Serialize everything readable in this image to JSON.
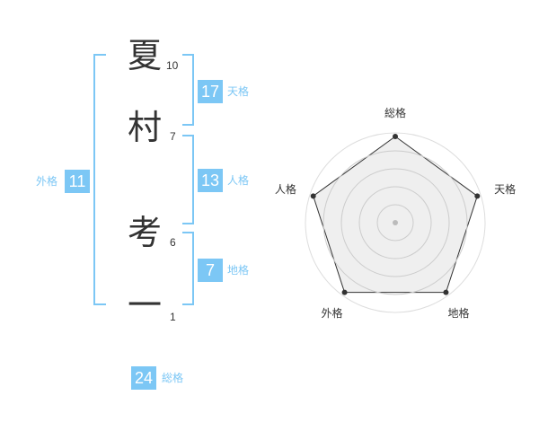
{
  "name": {
    "characters": [
      {
        "char": "夏",
        "strokes": "10"
      },
      {
        "char": "村",
        "strokes": "7"
      },
      {
        "char": "考",
        "strokes": "6"
      },
      {
        "char": "一",
        "strokes": "1"
      }
    ]
  },
  "scores": {
    "tenkaku": {
      "value": "17",
      "label": "天格"
    },
    "jinkaku": {
      "value": "13",
      "label": "人格"
    },
    "chikaku": {
      "value": "7",
      "label": "地格"
    },
    "gaikaku": {
      "value": "11",
      "label": "外格"
    },
    "soukaku": {
      "value": "24",
      "label": "総格"
    }
  },
  "colors": {
    "accent": "#7cc7f5",
    "text": "#333333",
    "radar_fill": "#eeeeee",
    "radar_line": "#333333"
  },
  "radar": {
    "axes": [
      "総格",
      "天格",
      "地格",
      "外格",
      "人格"
    ],
    "levels": 5,
    "values": [
      5,
      5,
      5,
      5,
      5
    ],
    "max": 5
  }
}
